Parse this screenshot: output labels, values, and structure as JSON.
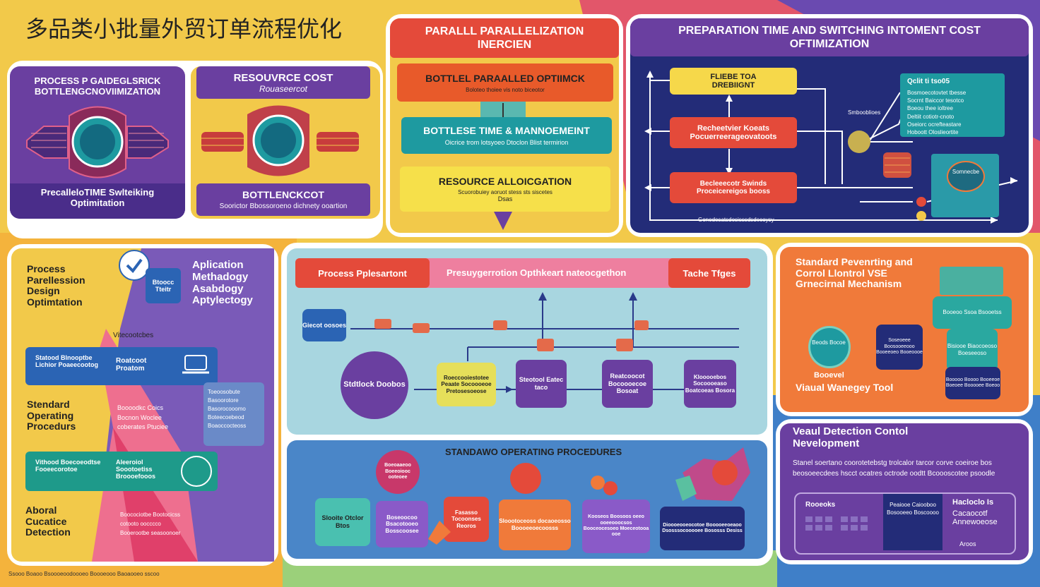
{
  "page_title": "多品类小批量外贸订单流程优化",
  "colors": {
    "yellow": "#f2c94a",
    "purple": "#6a3fa0",
    "navy": "#232c78",
    "red": "#e44a3a",
    "teal": "#1e9aa0",
    "orange": "#f07a3a",
    "pink": "#ee7f9f",
    "blue": "#2b84c4"
  },
  "top_left": {
    "card1_title": "PROCESS P GAIDEGLSRICK BOTTLENGCNOVIIMIZATION",
    "card1_caption": "PrecalleloTIME Swlteiking Optimitation",
    "card2_title": "RESOUVRCE COST",
    "card2_subtitle": "Rouaseercot",
    "card2_caption_title": "BOTTLENCKCOT",
    "card2_caption_sub": "Soorictor Bbossoroeno dichnety ooartion"
  },
  "parallel": {
    "header": "PARALLL PARALLELIZATION INERCIEN",
    "banner1_title": "BOTTLEL PARAALLED OPTIIMCK",
    "banner1_sub": "Boloteo thoiee vis noto biceotor",
    "banner2_title": "BOTTLESE TIME & MANNOEMEINT",
    "banner2_sub": "Oicrice trom lotsyoeo  Dtoclon Blist termirion",
    "banner3_title": "RESOURCE ALLOICGATION",
    "banner3_sub": "Scuorobuiey aoruot stess sts siscetes",
    "banner3_extra": "Dsas"
  },
  "prep": {
    "header": "PREPARATION TIME AND SWITCHING INTOMENT COST OFTIMIZATION",
    "box1": "FLIEBE TOA DREBIIGNT",
    "box2": "Recheetvier Koeats Pocuerreerageovatoots",
    "box3": "Becleeecotr Swinds Proceicereigos booss",
    "side_label": "Smbooblioes",
    "info_title": "Qclit ti tso05",
    "info_lines": [
      "Bosmoecotovtet tbesse",
      "Socrnt Baiccor tesotco",
      "Boeou thee ioltree",
      "Deltiit cotiotr-cnoto",
      "Oseiorc ocrefteastare",
      "Hoboott Oloslieortite"
    ],
    "chip": "Somnecbe",
    "footer": "Gonodesatsdosisssdsdecoysy"
  },
  "left_col": {
    "item1": "Process Parellession Design Optimtation",
    "item2": "Aplication Methadogy Asabdogy Aptylectogy",
    "tag": "Btoocc Tteitr",
    "label_mid": "Vitecootcbes",
    "card1_left": "Statood Blnooptbe Lichior Poaeecootog",
    "card1_right": "Roatcoot Proatom",
    "item3": "Stendard Operating Procedurs",
    "item3_sub": "Boooodkc Coics Bocnon Woclee coberates Ptuciee",
    "side_box": "Toeoosobute Basoorotore Basorocooomo Boteecoebeod Boaoccocteoss",
    "card2_left": "Vithood Boecoeodtse Fooeecorotoe",
    "card2_right": "Aleeroiol Soootoetiss Broooefooos",
    "item4": "Aboral Cucatice Detection",
    "item4_sub": "Boocociotbe Bootocicss cotooto oocccco Booerootbe seasoonoer",
    "footer": "Ssooo Boaoo Bsoooeoodoooeo Boooeooo Baoaooeo sscoo"
  },
  "center": {
    "banner_left": "Process Pplesartont",
    "banner_mid": "Presuygerrotion Opthkeart nateocgethon",
    "banner_right": "Tache Tfges",
    "left_chip": "Giecot oosoes",
    "circle": "Stdtlock Doobos",
    "box_yellow": "Roeccooiestotee Peaate Socoooeoe Pretosesoeose",
    "box2": "Steotool Eatec taco",
    "box3": "Reatcoocot Bocoooecoe Bosoat",
    "box4": "Klooooebos Socoooeaso Boatcoeas Bosora",
    "sop_title": "STANDAWO OPERATING PROCEDURES",
    "sop_circle": "Boeoaaeoo Boeeoiooc ooteoee",
    "sop_card1": "Slooite Otclor Btos",
    "sop_card2": "Boseoocoo Bsacotooeo Bosscoosee",
    "sop_card3": "Fasasso Tocoonses Reoros",
    "sop_card4": "Sloootoceoss docaoeosso Boooeeoecoosss",
    "sop_card5": "Kooseos Boosoos oeeo ooeeooocsos Booceocesoeo Moeceotooa ooe",
    "sop_card6": "Dioooeooeocotoe Booooeeoeaoo Dsosssocooooee Bososss Desiss"
  },
  "right_top": {
    "title": "Standard Pevenrting and Corrol Llontrol VSE Grnecirnal Mechanism",
    "card_a": "Booeoo Ssoa Bsooetss",
    "card_b": "Soseoeee Boosooeeooo Booeeoeo Booeoooe",
    "card_c": "Bisiooe Biaocoeoso Boeseeoso",
    "card_d": "Booooo Boooo Booeeoe Boeoee Booooee Boeoo",
    "circle": "Beods Bocoe",
    "label_small": "Booevel",
    "label_big": "Viaual Wanegey Tool"
  },
  "right_bottom": {
    "title": "Veaul Detection Contol Nevelopment",
    "body": "Stanel soertano coorotetebstg trolcalor tarcor corve coeiroe bos beosoeecdees hscct ocatres octrode oodtt Bcoooscotee psoodle",
    "col1": "Rooeoks",
    "col2": "Peaiooe Caiooboo Bosooeeo Boscoooo",
    "col3_title": "Hacloclo Is",
    "col3_sub": "Cacaocotf Annewoeose",
    "col3_foot": "Aroos"
  }
}
